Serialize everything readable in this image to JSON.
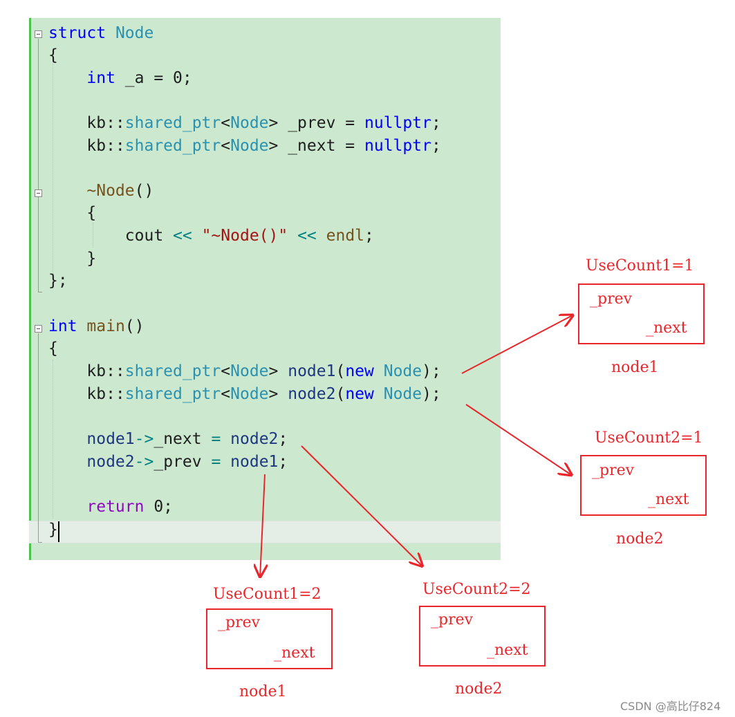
{
  "code": {
    "lines": [
      [
        [
          "kw",
          "struct"
        ],
        [
          "pl",
          " "
        ],
        [
          "ty",
          "Node"
        ]
      ],
      [
        [
          "pl",
          "{"
        ]
      ],
      [
        [
          "pl",
          "    "
        ],
        [
          "kw",
          "int"
        ],
        [
          "pl",
          " _a = 0;"
        ]
      ],
      [],
      [
        [
          "pl",
          "    kb::"
        ],
        [
          "ty",
          "shared_ptr"
        ],
        [
          "pl",
          "<"
        ],
        [
          "ty",
          "Node"
        ],
        [
          "pl",
          "> _prev = "
        ],
        [
          "kw",
          "nullptr"
        ],
        [
          "pl",
          ";"
        ]
      ],
      [
        [
          "pl",
          "    kb::"
        ],
        [
          "ty",
          "shared_ptr"
        ],
        [
          "pl",
          "<"
        ],
        [
          "ty",
          "Node"
        ],
        [
          "pl",
          "> _next = "
        ],
        [
          "kw",
          "nullptr"
        ],
        [
          "pl",
          ";"
        ]
      ],
      [],
      [
        [
          "pl",
          "    "
        ],
        [
          "fn",
          "~Node"
        ],
        [
          "pl",
          "()"
        ]
      ],
      [
        [
          "pl",
          "    {"
        ]
      ],
      [
        [
          "pl",
          "        cout "
        ],
        [
          "op",
          "<<"
        ],
        [
          "pl",
          " "
        ],
        [
          "str",
          "\"~Node()\""
        ],
        [
          "pl",
          " "
        ],
        [
          "op",
          "<<"
        ],
        [
          "pl",
          " "
        ],
        [
          "fn",
          "endl"
        ],
        [
          "pl",
          ";"
        ]
      ],
      [
        [
          "pl",
          "    }"
        ]
      ],
      [
        [
          "pl",
          "};"
        ]
      ],
      [],
      [
        [
          "kw",
          "int"
        ],
        [
          "pl",
          " "
        ],
        [
          "fn",
          "main"
        ],
        [
          "pl",
          "()"
        ]
      ],
      [
        [
          "pl",
          "{"
        ]
      ],
      [
        [
          "pl",
          "    kb::"
        ],
        [
          "ty",
          "shared_ptr"
        ],
        [
          "pl",
          "<"
        ],
        [
          "ty",
          "Node"
        ],
        [
          "pl",
          "> "
        ],
        [
          "var",
          "node1"
        ],
        [
          "pl",
          "("
        ],
        [
          "kw",
          "new"
        ],
        [
          "pl",
          " "
        ],
        [
          "ty",
          "Node"
        ],
        [
          "pl",
          ");"
        ]
      ],
      [
        [
          "pl",
          "    kb::"
        ],
        [
          "ty",
          "shared_ptr"
        ],
        [
          "pl",
          "<"
        ],
        [
          "ty",
          "Node"
        ],
        [
          "pl",
          "> "
        ],
        [
          "var",
          "node2"
        ],
        [
          "pl",
          "("
        ],
        [
          "kw",
          "new"
        ],
        [
          "pl",
          " "
        ],
        [
          "ty",
          "Node"
        ],
        [
          "pl",
          ");"
        ]
      ],
      [],
      [
        [
          "pl",
          "    "
        ],
        [
          "var",
          "node1"
        ],
        [
          "op",
          "->"
        ],
        [
          "pl",
          "_next "
        ],
        [
          "op",
          "="
        ],
        [
          "pl",
          " "
        ],
        [
          "var",
          "node2"
        ],
        [
          "pl",
          ";"
        ]
      ],
      [
        [
          "pl",
          "    "
        ],
        [
          "var",
          "node2"
        ],
        [
          "op",
          "->"
        ],
        [
          "pl",
          "_prev "
        ],
        [
          "op",
          "="
        ],
        [
          "pl",
          " "
        ],
        [
          "var",
          "node1"
        ],
        [
          "pl",
          ";"
        ]
      ],
      [],
      [
        [
          "pl",
          "    "
        ],
        [
          "kw2",
          "return"
        ],
        [
          "pl",
          " 0;"
        ]
      ],
      [
        [
          "pl",
          "}"
        ]
      ]
    ]
  },
  "diagrams": [
    {
      "label": "UseCount1=1",
      "prev": "_prev",
      "next": "_next",
      "name": "node1"
    },
    {
      "label": "UseCount2=1",
      "prev": "_prev",
      "next": "_next",
      "name": "node2"
    },
    {
      "label": "UseCount1=2",
      "prev": "_prev",
      "next": "_next",
      "name": "node1"
    },
    {
      "label": "UseCount2=2",
      "prev": "_prev",
      "next": "_next",
      "name": "node2"
    }
  ],
  "colors": {
    "annotation": "#e8262b",
    "editor_bg": "#cce8cf"
  },
  "watermark": "CSDN @高比仔824"
}
